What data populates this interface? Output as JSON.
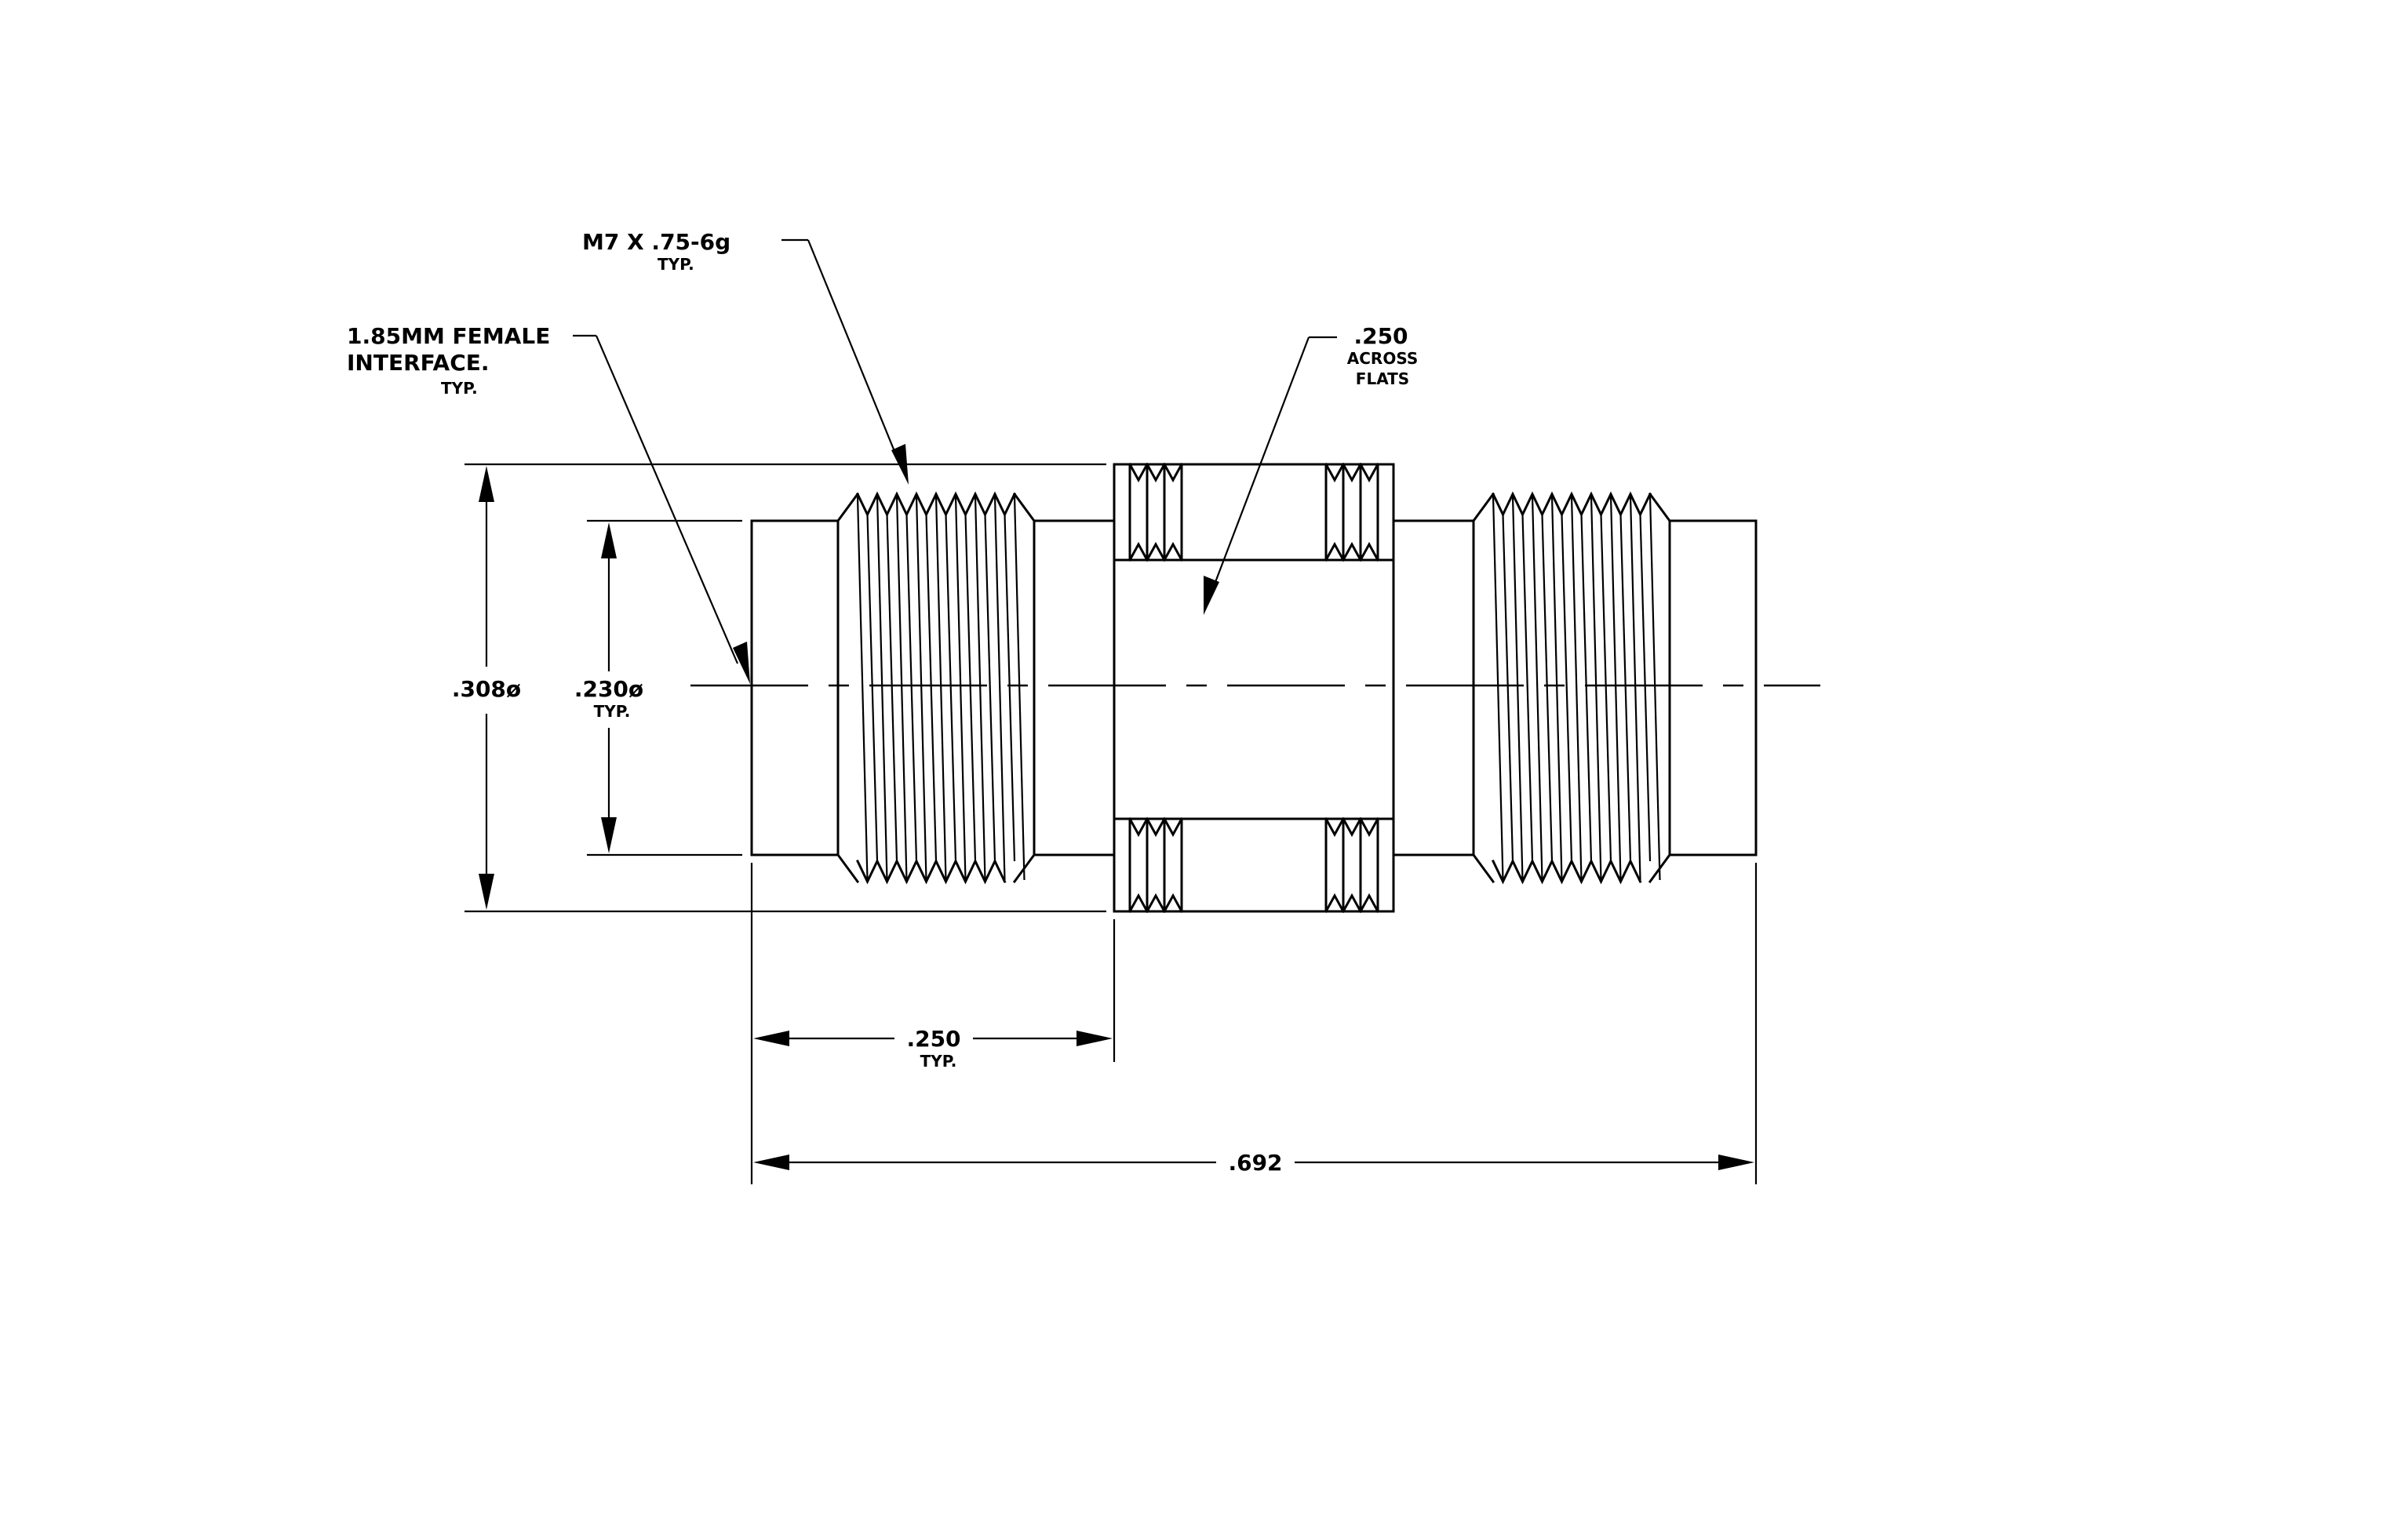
{
  "callouts": {
    "interface": {
      "line1": "1.85MM FEMALE",
      "line2": "INTERFACE.",
      "note": "TYP."
    },
    "thread": {
      "line1": "M7 X .75-6g",
      "note": "TYP."
    },
    "flats": {
      "line1": ".250",
      "line2": "ACROSS",
      "line3": "FLATS"
    }
  },
  "dimensions": {
    "outer_diameter": {
      "value": ".308ø"
    },
    "bore_diameter": {
      "value": ".230ø",
      "note": "TYP."
    },
    "interface_length": {
      "value": ".250",
      "note": "TYP."
    },
    "overall_length": {
      "value": ".692"
    }
  },
  "colors": {
    "line": "#000000",
    "background": "#ffffff"
  }
}
